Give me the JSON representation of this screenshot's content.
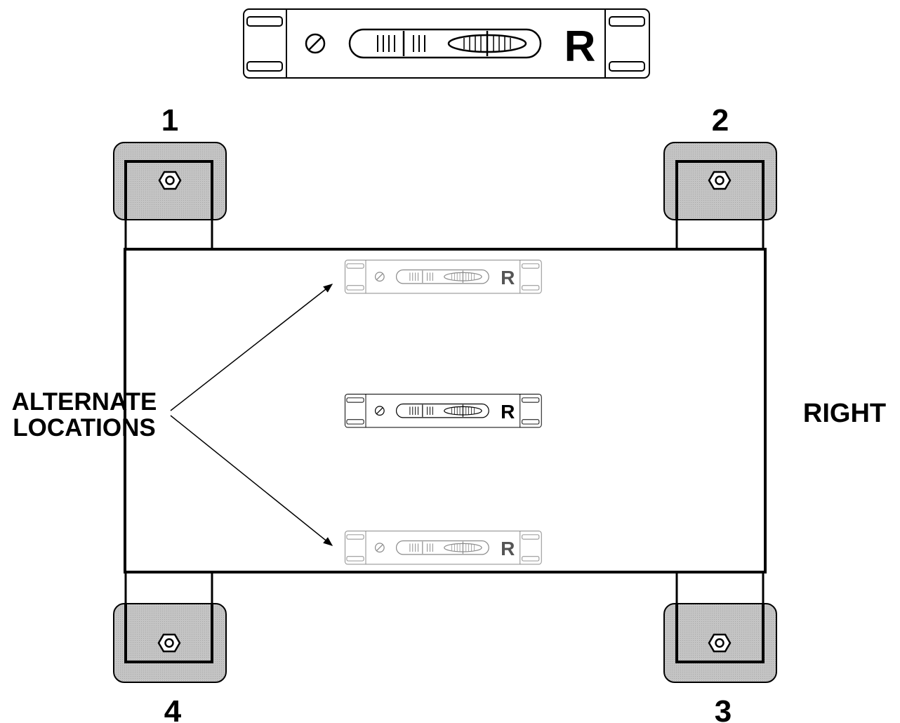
{
  "diagram": {
    "level_letter": "R",
    "foot_numbers": [
      "1",
      "2",
      "3",
      "4"
    ],
    "alternate_label_lines": [
      "ALTERNATE",
      "LOCATIONS"
    ],
    "side_label": "RIGHT"
  },
  "colors": {
    "ink": "#000000",
    "pad_fill": "#c9c9c9",
    "faded_ink": "#8a8a8a"
  }
}
